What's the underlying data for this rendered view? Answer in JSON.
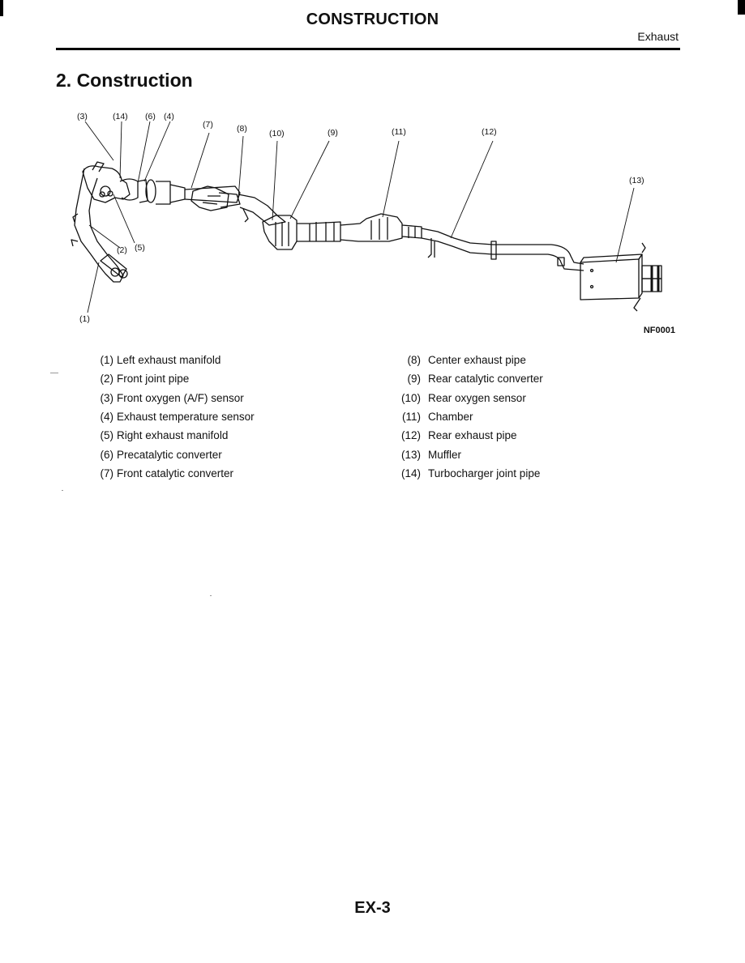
{
  "header": {
    "title": "CONSTRUCTION",
    "section": "Exhaust"
  },
  "section_title": "2. Construction",
  "figure": {
    "id": "NF0001",
    "callouts": [
      "(3)",
      "(14)",
      "(6)",
      "(4)",
      "(7)",
      "(8)",
      "(10)",
      "(9)",
      "(11)",
      "(12)",
      "(13)",
      "(2)",
      "(5)",
      "(1)"
    ]
  },
  "legend": {
    "left": [
      {
        "num": "(1)",
        "label": "Left exhaust manifold"
      },
      {
        "num": "(2)",
        "label": "Front joint pipe"
      },
      {
        "num": "(3)",
        "label": "Front oxygen (A/F) sensor"
      },
      {
        "num": "(4)",
        "label": "Exhaust temperature sensor"
      },
      {
        "num": "(5)",
        "label": "Right exhaust manifold"
      },
      {
        "num": "(6)",
        "label": "Precatalytic converter"
      },
      {
        "num": "(7)",
        "label": "Front catalytic converter"
      }
    ],
    "right": [
      {
        "num": "(8)",
        "label": "Center exhaust pipe"
      },
      {
        "num": "(9)",
        "label": "Rear catalytic converter"
      },
      {
        "num": "(10)",
        "label": "Rear oxygen sensor"
      },
      {
        "num": "(11)",
        "label": "Chamber"
      },
      {
        "num": "(12)",
        "label": "Rear exhaust pipe"
      },
      {
        "num": "(13)",
        "label": "Muffler"
      },
      {
        "num": "(14)",
        "label": "Turbocharger joint pipe"
      }
    ]
  },
  "page_number": "EX-3"
}
